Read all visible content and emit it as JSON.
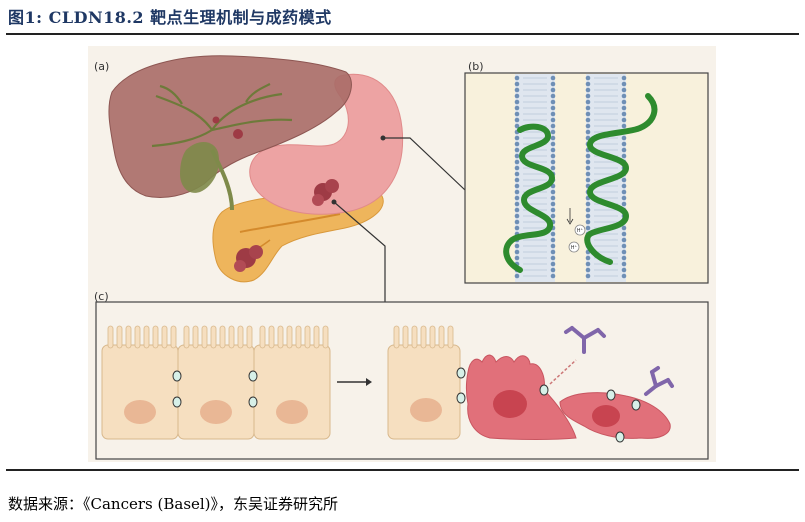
{
  "header": {
    "figure_title": "图1:  CLDN18.2 靶点生理机制与成药模式"
  },
  "figure": {
    "panel_a_label": "(a)",
    "panel_b_label": "(b)",
    "panel_c_label": "(c)",
    "ion_label_1": "H⁺",
    "ion_label_2": "H⁺"
  },
  "footer": {
    "source_text": "数据来源：《Cancers (Basel)》，东吴证券研究所"
  },
  "colors": {
    "title_blue": "#1f3864",
    "liver": "#a86b67",
    "stomach": "#eda3a3",
    "pancreas": "#eeb55c",
    "tumor": "#9e3b45",
    "claudin_green": "#2e8b2e",
    "cell_normal": "#f6dfc0",
    "cell_tumor": "#e1707a",
    "antibody": "#8066aa"
  }
}
